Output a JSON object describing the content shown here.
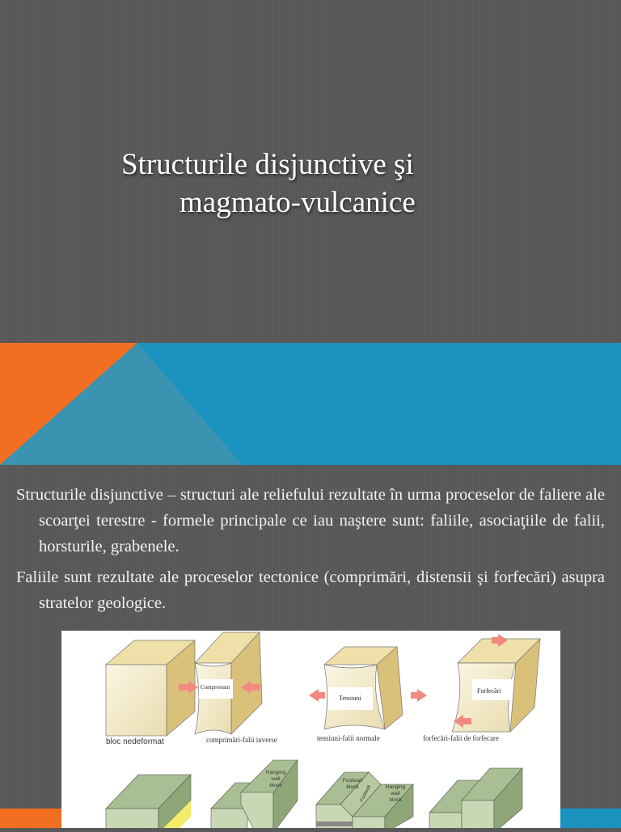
{
  "title": {
    "line1": "Structurile disjunctive şi",
    "line2": "magmato-vulcanice"
  },
  "colors": {
    "orange": "#f26f21",
    "blue": "#1b93c0",
    "teal": "#3a93b0",
    "background": "#5a5a5a"
  },
  "body": {
    "paragraphs": [
      "Structurile disjunctive – structuri ale reliefului rezultate în urma proceselor de faliere ale scoarţei terestre - formele principale ce iau naştere sunt: faliile, asociaţiile de falii, horsturile, grabenele.",
      "Faliile sunt rezultate ale proceselor tectonice (comprimări, distensii şi forfecări) asupra stratelor geologice."
    ]
  },
  "figure": {
    "captions": [
      "bloc nedeformat",
      "comprimări-falii inverse",
      "tensiuni-falii normale",
      "forfecări-falii de forfecare"
    ],
    "box_labels": [
      "Compresiuni",
      "Tensiuni",
      "Forfecări"
    ],
    "fault_labels": {
      "hanging_wall_1": [
        "Hanging",
        "wall",
        "block"
      ],
      "footwall_block": [
        "Footwall",
        "block"
      ],
      "footwall": "Footwall",
      "hanging_wall_2": [
        "Hanging",
        "wall",
        "block"
      ]
    }
  }
}
